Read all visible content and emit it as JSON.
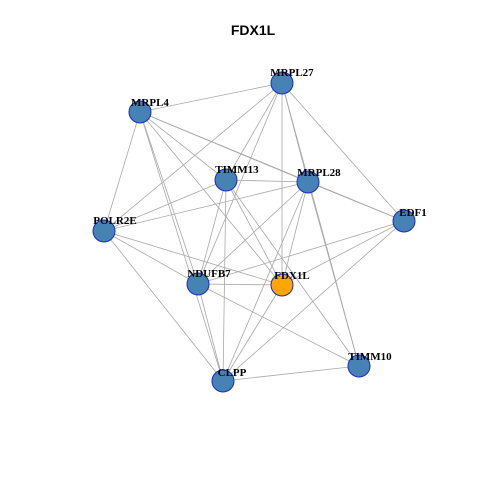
{
  "title": "FDX1L",
  "colors": {
    "node_default": "#4682b4",
    "node_highlight": "#ffa500",
    "node_border": "#1a2bc4",
    "edge": "#a8a8a8"
  },
  "nodes": [
    {
      "id": "MRPL27",
      "label": "MRPL27",
      "highlight": false
    },
    {
      "id": "MRPL4",
      "label": "MRPL4",
      "highlight": false
    },
    {
      "id": "TIMM13",
      "label": "TIMM13",
      "highlight": false
    },
    {
      "id": "MRPL28",
      "label": "MRPL28",
      "highlight": false
    },
    {
      "id": "EDF1",
      "label": "EDF1",
      "highlight": false
    },
    {
      "id": "POLR2E",
      "label": "POLR2E",
      "highlight": false
    },
    {
      "id": "NDUFB7",
      "label": "NDUFB7",
      "highlight": false
    },
    {
      "id": "FDX1L",
      "label": "FDX1L",
      "highlight": true
    },
    {
      "id": "TIMM10",
      "label": "TIMM10",
      "highlight": false
    },
    {
      "id": "CLPP",
      "label": "CLPP",
      "highlight": false
    }
  ],
  "edges": [
    [
      "MRPL27",
      "MRPL4"
    ],
    [
      "MRPL27",
      "TIMM13"
    ],
    [
      "MRPL27",
      "MRPL28"
    ],
    [
      "MRPL27",
      "EDF1"
    ],
    [
      "MRPL27",
      "POLR2E"
    ],
    [
      "MRPL27",
      "NDUFB7"
    ],
    [
      "MRPL27",
      "FDX1L"
    ],
    [
      "MRPL27",
      "TIMM10"
    ],
    [
      "MRPL4",
      "TIMM13"
    ],
    [
      "MRPL4",
      "MRPL28"
    ],
    [
      "MRPL4",
      "EDF1"
    ],
    [
      "MRPL4",
      "POLR2E"
    ],
    [
      "MRPL4",
      "NDUFB7"
    ],
    [
      "MRPL4",
      "FDX1L"
    ],
    [
      "MRPL4",
      "CLPP"
    ],
    [
      "TIMM13",
      "MRPL28"
    ],
    [
      "TIMM13",
      "POLR2E"
    ],
    [
      "TIMM13",
      "NDUFB7"
    ],
    [
      "TIMM13",
      "FDX1L"
    ],
    [
      "TIMM13",
      "CLPP"
    ],
    [
      "TIMM13",
      "TIMM10"
    ],
    [
      "MRPL28",
      "EDF1"
    ],
    [
      "MRPL28",
      "POLR2E"
    ],
    [
      "MRPL28",
      "NDUFB7"
    ],
    [
      "MRPL28",
      "FDX1L"
    ],
    [
      "MRPL28",
      "CLPP"
    ],
    [
      "MRPL28",
      "TIMM10"
    ],
    [
      "EDF1",
      "NDUFB7"
    ],
    [
      "EDF1",
      "FDX1L"
    ],
    [
      "EDF1",
      "CLPP"
    ],
    [
      "POLR2E",
      "NDUFB7"
    ],
    [
      "POLR2E",
      "FDX1L"
    ],
    [
      "POLR2E",
      "CLPP"
    ],
    [
      "NDUFB7",
      "FDX1L"
    ],
    [
      "NDUFB7",
      "CLPP"
    ],
    [
      "NDUFB7",
      "TIMM10"
    ],
    [
      "FDX1L",
      "CLPP"
    ],
    [
      "CLPP",
      "TIMM10"
    ]
  ]
}
